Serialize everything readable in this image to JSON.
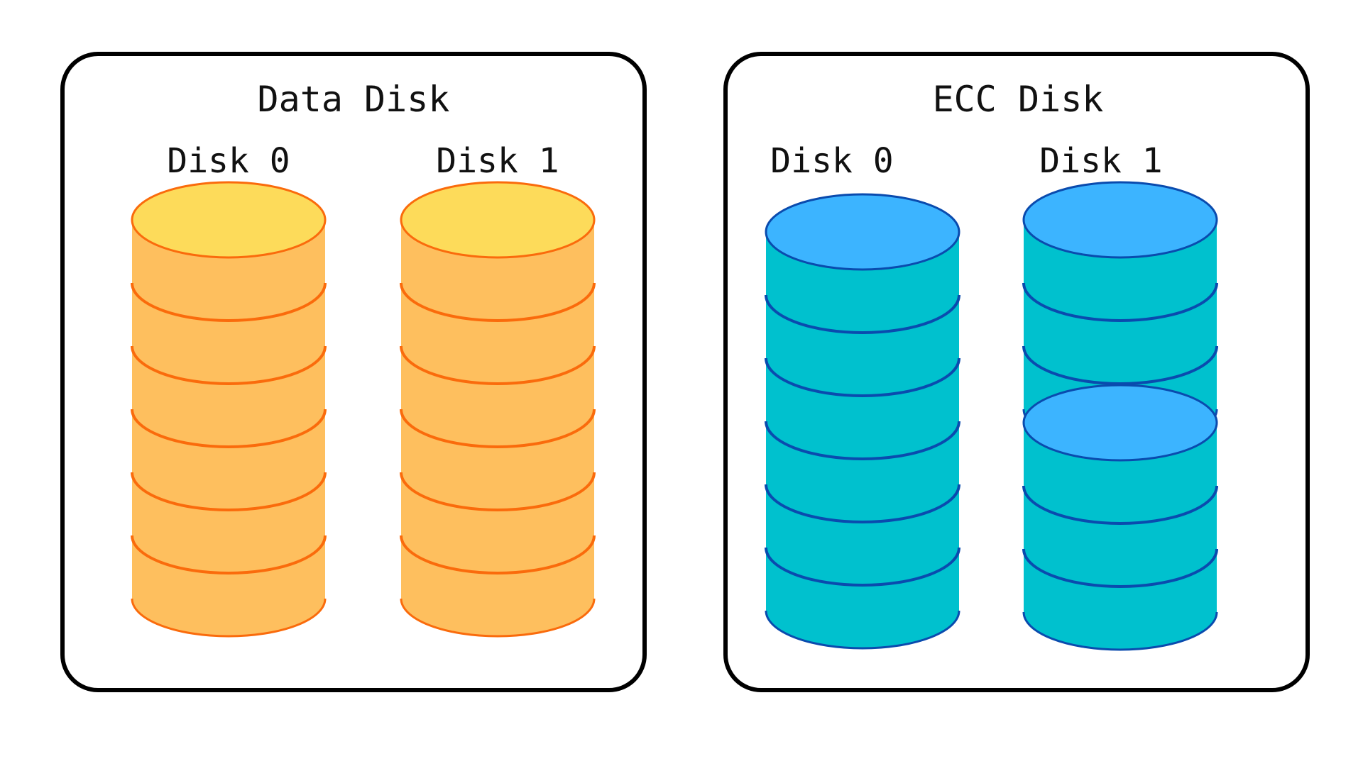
{
  "panels": [
    {
      "title": "Data Disk",
      "disks": [
        {
          "label": "Disk 0",
          "segments": 6
        },
        {
          "label": "Disk 1",
          "segments": 6
        }
      ],
      "colors": {
        "top": "#FDDB5A",
        "body": "#FEBF5E",
        "stroke": "#FA6B0C"
      }
    },
    {
      "title": "ECC Disk",
      "disks": [
        {
          "label": "Disk 0",
          "segments": 6
        },
        {
          "label": "Disk 1",
          "segments": 6
        }
      ],
      "colors": {
        "top": "#3CB4FF",
        "body": "#00C1CE",
        "stroke": "#0A4BAE"
      }
    }
  ]
}
